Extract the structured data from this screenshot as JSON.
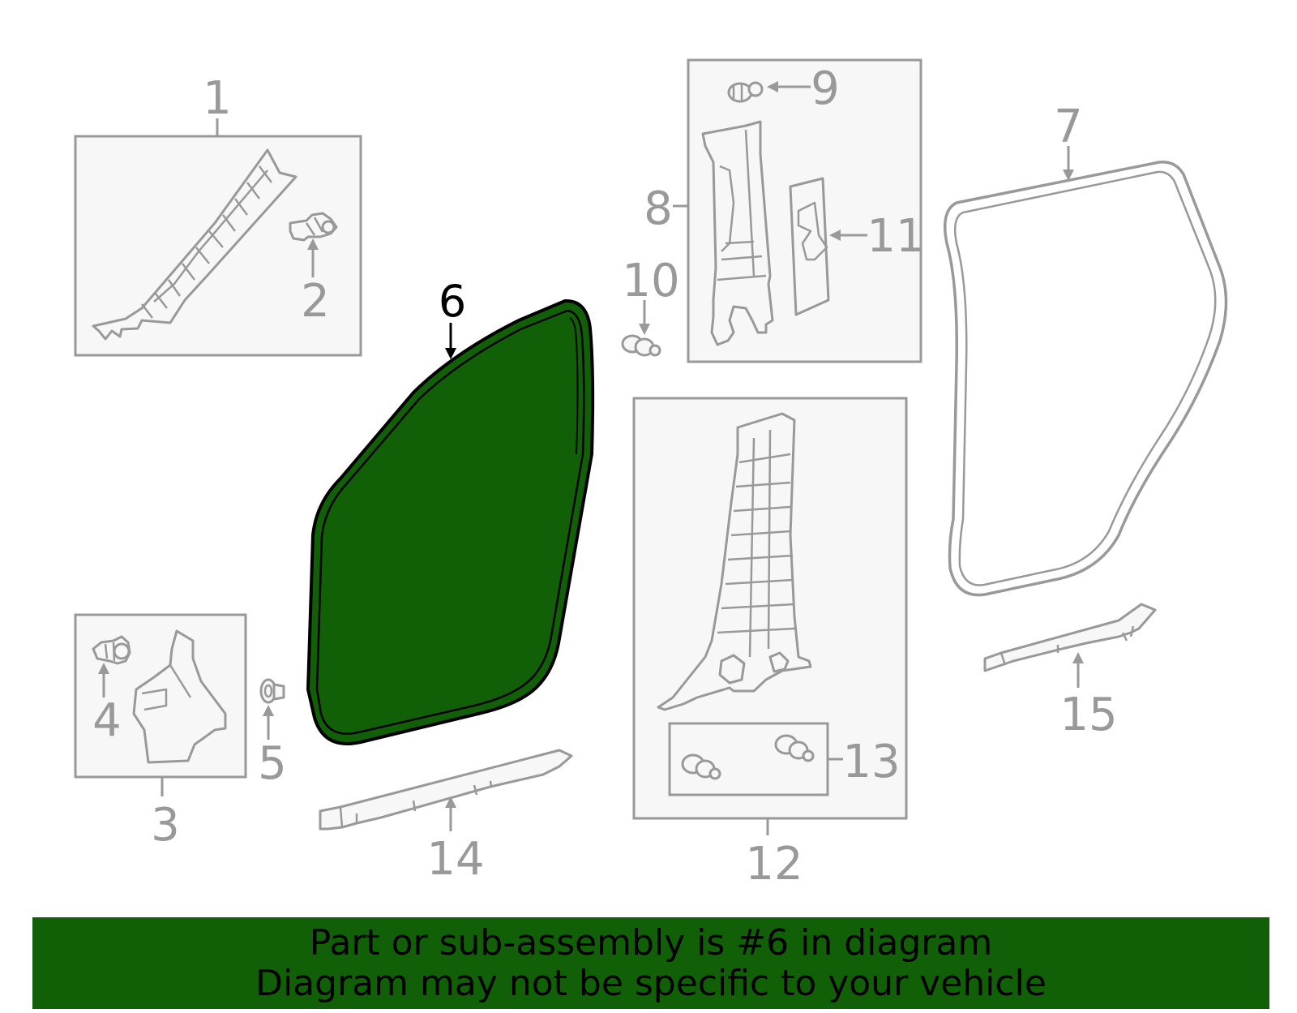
{
  "diagram": {
    "highlight_color": "#116008",
    "line_color": "#999999",
    "highlighted_part": "6",
    "callouts": [
      {
        "id": "1",
        "text": "1"
      },
      {
        "id": "2",
        "text": "2"
      },
      {
        "id": "3",
        "text": "3"
      },
      {
        "id": "4",
        "text": "4"
      },
      {
        "id": "5",
        "text": "5"
      },
      {
        "id": "6",
        "text": "6"
      },
      {
        "id": "7",
        "text": "7"
      },
      {
        "id": "8",
        "text": "8"
      },
      {
        "id": "9",
        "text": "9"
      },
      {
        "id": "10",
        "text": "10"
      },
      {
        "id": "11",
        "text": "11"
      },
      {
        "id": "12",
        "text": "12"
      },
      {
        "id": "13",
        "text": "13"
      },
      {
        "id": "14",
        "text": "14"
      },
      {
        "id": "15",
        "text": "15"
      }
    ]
  },
  "banner": {
    "line1": "Part or sub-assembly is #6 in diagram",
    "line2": "Diagram may not be specific to your vehicle",
    "background": "#116008"
  }
}
